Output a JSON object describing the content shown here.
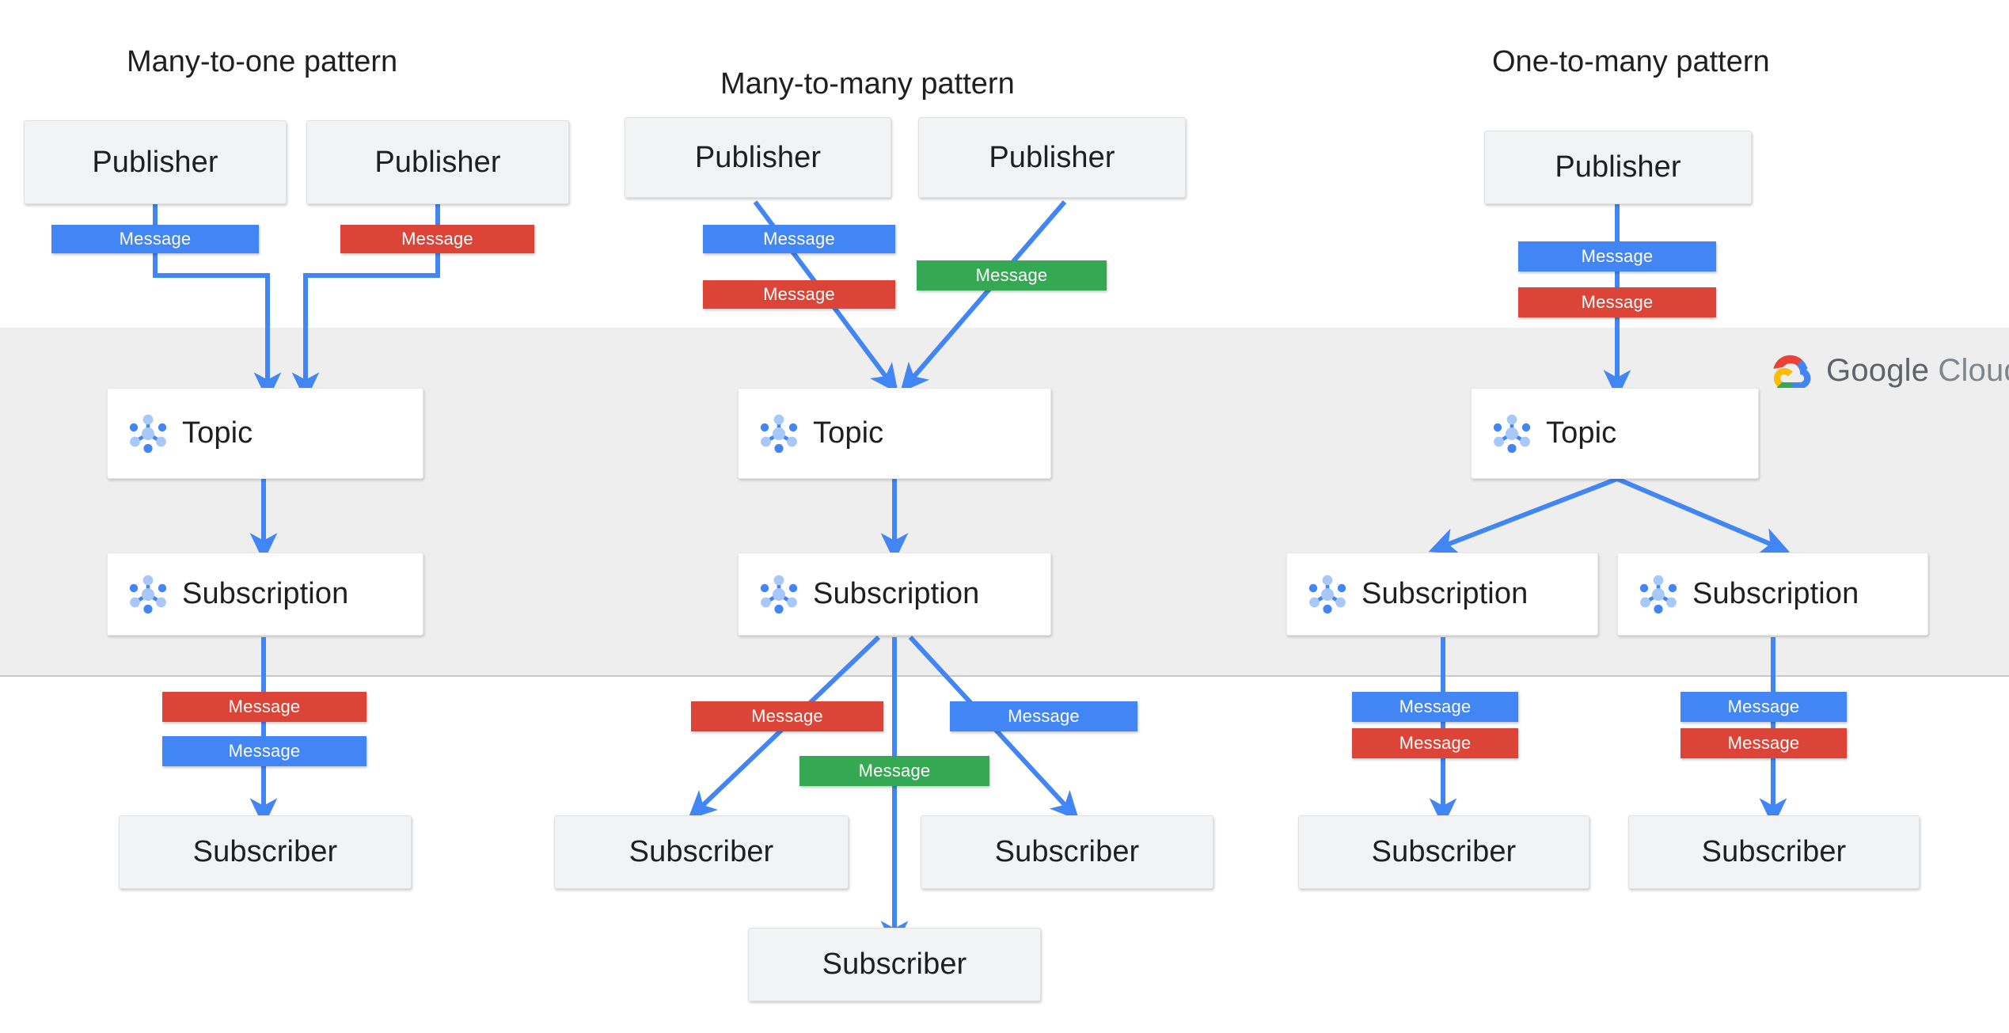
{
  "diagram": {
    "title_band_logo": {
      "brand": "Google",
      "product": "Cloud"
    },
    "columns": [
      {
        "id": "many-to-one",
        "caption": "Many-to-one pattern",
        "publishers": [
          "Publisher",
          "Publisher"
        ],
        "publish_messages": [
          "Message",
          "Message"
        ],
        "topics": [
          "Topic"
        ],
        "subscriptions": [
          "Subscription"
        ],
        "deliver_messages": [
          "Message",
          "Message"
        ],
        "subscribers": [
          "Subscriber"
        ]
      },
      {
        "id": "many-to-many",
        "caption": "Many-to-many  pattern",
        "publishers": [
          "Publisher",
          "Publisher"
        ],
        "publish_messages": [
          "Message",
          "Message",
          "Message"
        ],
        "topics": [
          "Topic"
        ],
        "subscriptions": [
          "Subscription"
        ],
        "deliver_messages": [
          "Message",
          "Message",
          "Message"
        ],
        "subscribers": [
          "Subscriber",
          "Subscriber",
          "Subscriber"
        ]
      },
      {
        "id": "one-to-many",
        "caption": "One-to-many pattern",
        "publishers": [
          "Publisher"
        ],
        "publish_messages": [
          "Message",
          "Message"
        ],
        "topics": [
          "Topic"
        ],
        "subscriptions": [
          "Subscription",
          "Subscription"
        ],
        "deliver_messages": [
          "Message",
          "Message",
          "Message",
          "Message"
        ],
        "subscribers": [
          "Subscriber",
          "Subscriber"
        ]
      }
    ],
    "colors": {
      "message_blue": "#4285f4",
      "message_red": "#db4437",
      "message_green": "#34a853",
      "arrow_blue": "#4285f4",
      "band_grey": "#eeeeee",
      "node_grey": "#f1f3f4",
      "node_white": "#ffffff"
    },
    "icons": {
      "node_icon": "pubsub-node-icon",
      "logo_icon": "google-cloud-logo-icon"
    }
  }
}
